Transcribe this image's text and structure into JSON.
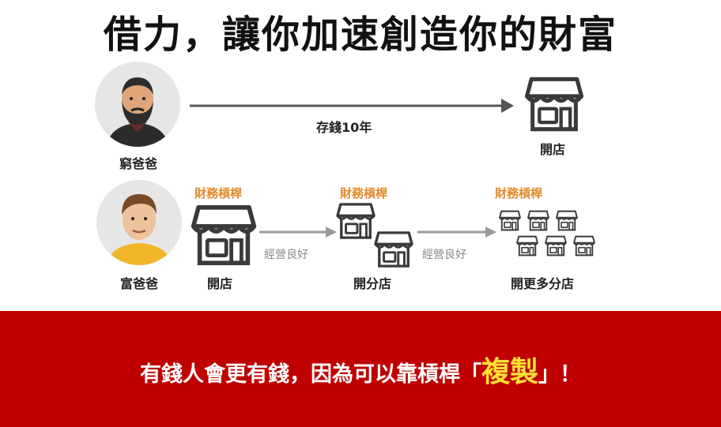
{
  "title": "借力，讓你加速創造你的財富",
  "poor": {
    "name": "窮爸爸",
    "arrow_label": "存錢10年",
    "store_label": "開店"
  },
  "rich": {
    "name": "富爸爸",
    "leverage": "財務槓桿",
    "stage1_label": "開店",
    "stage2_label": "開分店",
    "stage3_label": "開更多分店",
    "business_good": "經營良好"
  },
  "banner": {
    "text_before": "有錢人會更有錢，因為可以靠槓桿「",
    "highlight": "複製",
    "text_after": "」！"
  },
  "colors": {
    "orange": "#e3892b",
    "banner_red": "#c00000",
    "highlight_yellow": "#ffe033"
  },
  "icons": [
    "poor-dad-avatar",
    "rich-dad-avatar",
    "store-icon",
    "arrow-right-icon"
  ]
}
